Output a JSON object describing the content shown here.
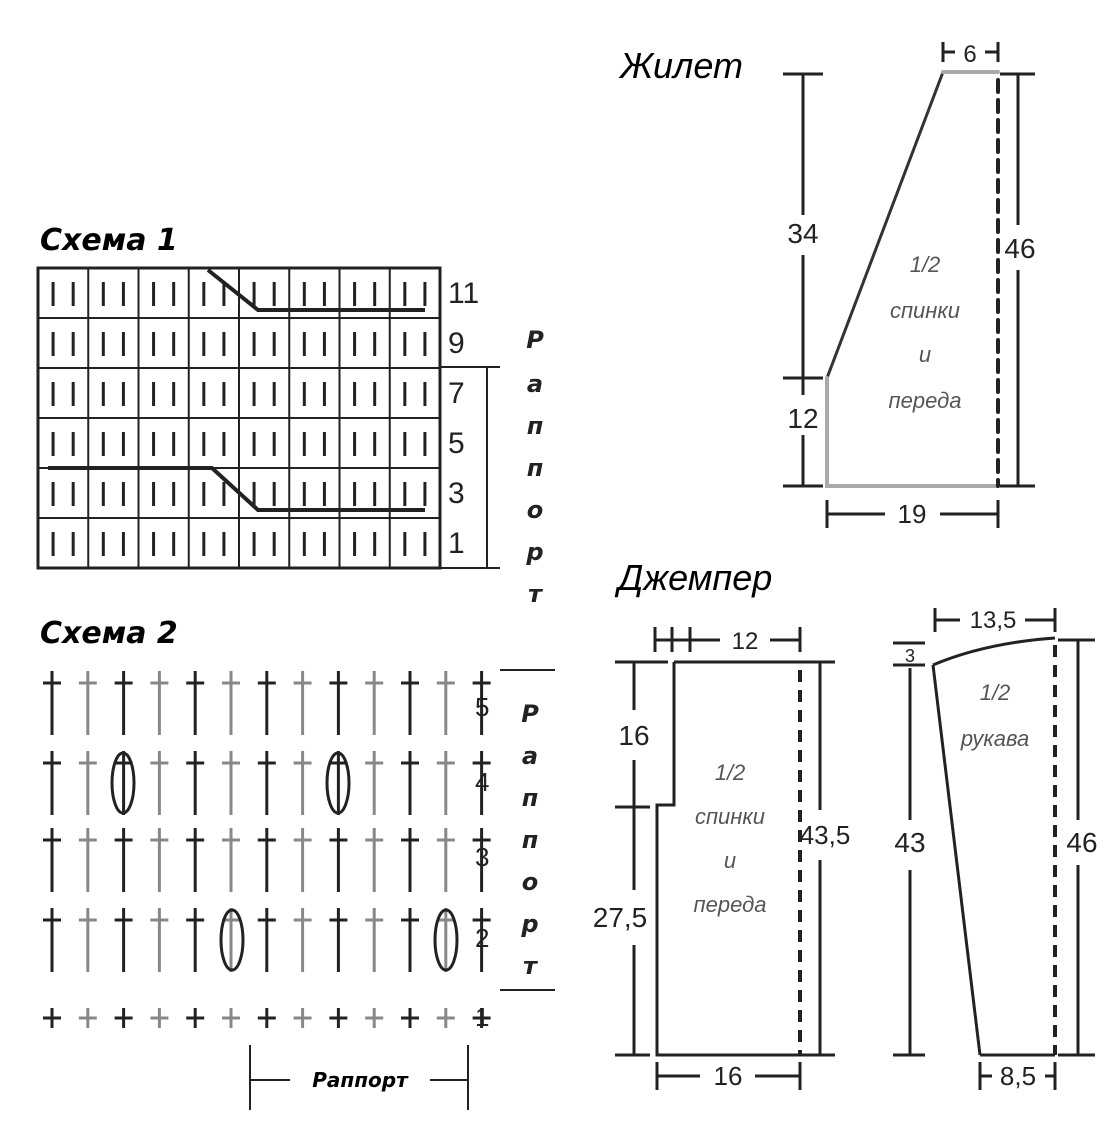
{
  "scheme1": {
    "title": "Схема 1",
    "row_numbers": [
      "11",
      "9",
      "7",
      "5",
      "3",
      "1"
    ],
    "rapport_vertical": [
      "Р",
      "а",
      "п",
      "п",
      "о",
      "р",
      "т"
    ]
  },
  "scheme2": {
    "title": "Схема 2",
    "row_numbers": [
      "5",
      "4",
      "3",
      "2",
      "1"
    ],
    "rapport_vertical": [
      "Р",
      "а",
      "п",
      "п",
      "о",
      "р",
      "т"
    ],
    "rapport_horizontal": "Раппорт"
  },
  "vest": {
    "title": "Жилет",
    "dims": {
      "shoulder": "6",
      "armhole": "34",
      "side": "12",
      "length": "46",
      "width": "19"
    },
    "label": [
      "1/2",
      "спинки",
      "и",
      "переда"
    ]
  },
  "jumper": {
    "title": "Джемпер",
    "body": {
      "dims": {
        "neck": "12",
        "armhole": "16",
        "side": "27,5",
        "length": "43,5",
        "width": "16"
      },
      "label": [
        "1/2",
        "спинки",
        "и",
        "переда"
      ]
    },
    "sleeve": {
      "dims": {
        "top": "13,5",
        "cap": "3",
        "length": "43",
        "total": "46",
        "cuff": "8,5"
      },
      "label": [
        "1/2",
        "рукава"
      ]
    }
  }
}
